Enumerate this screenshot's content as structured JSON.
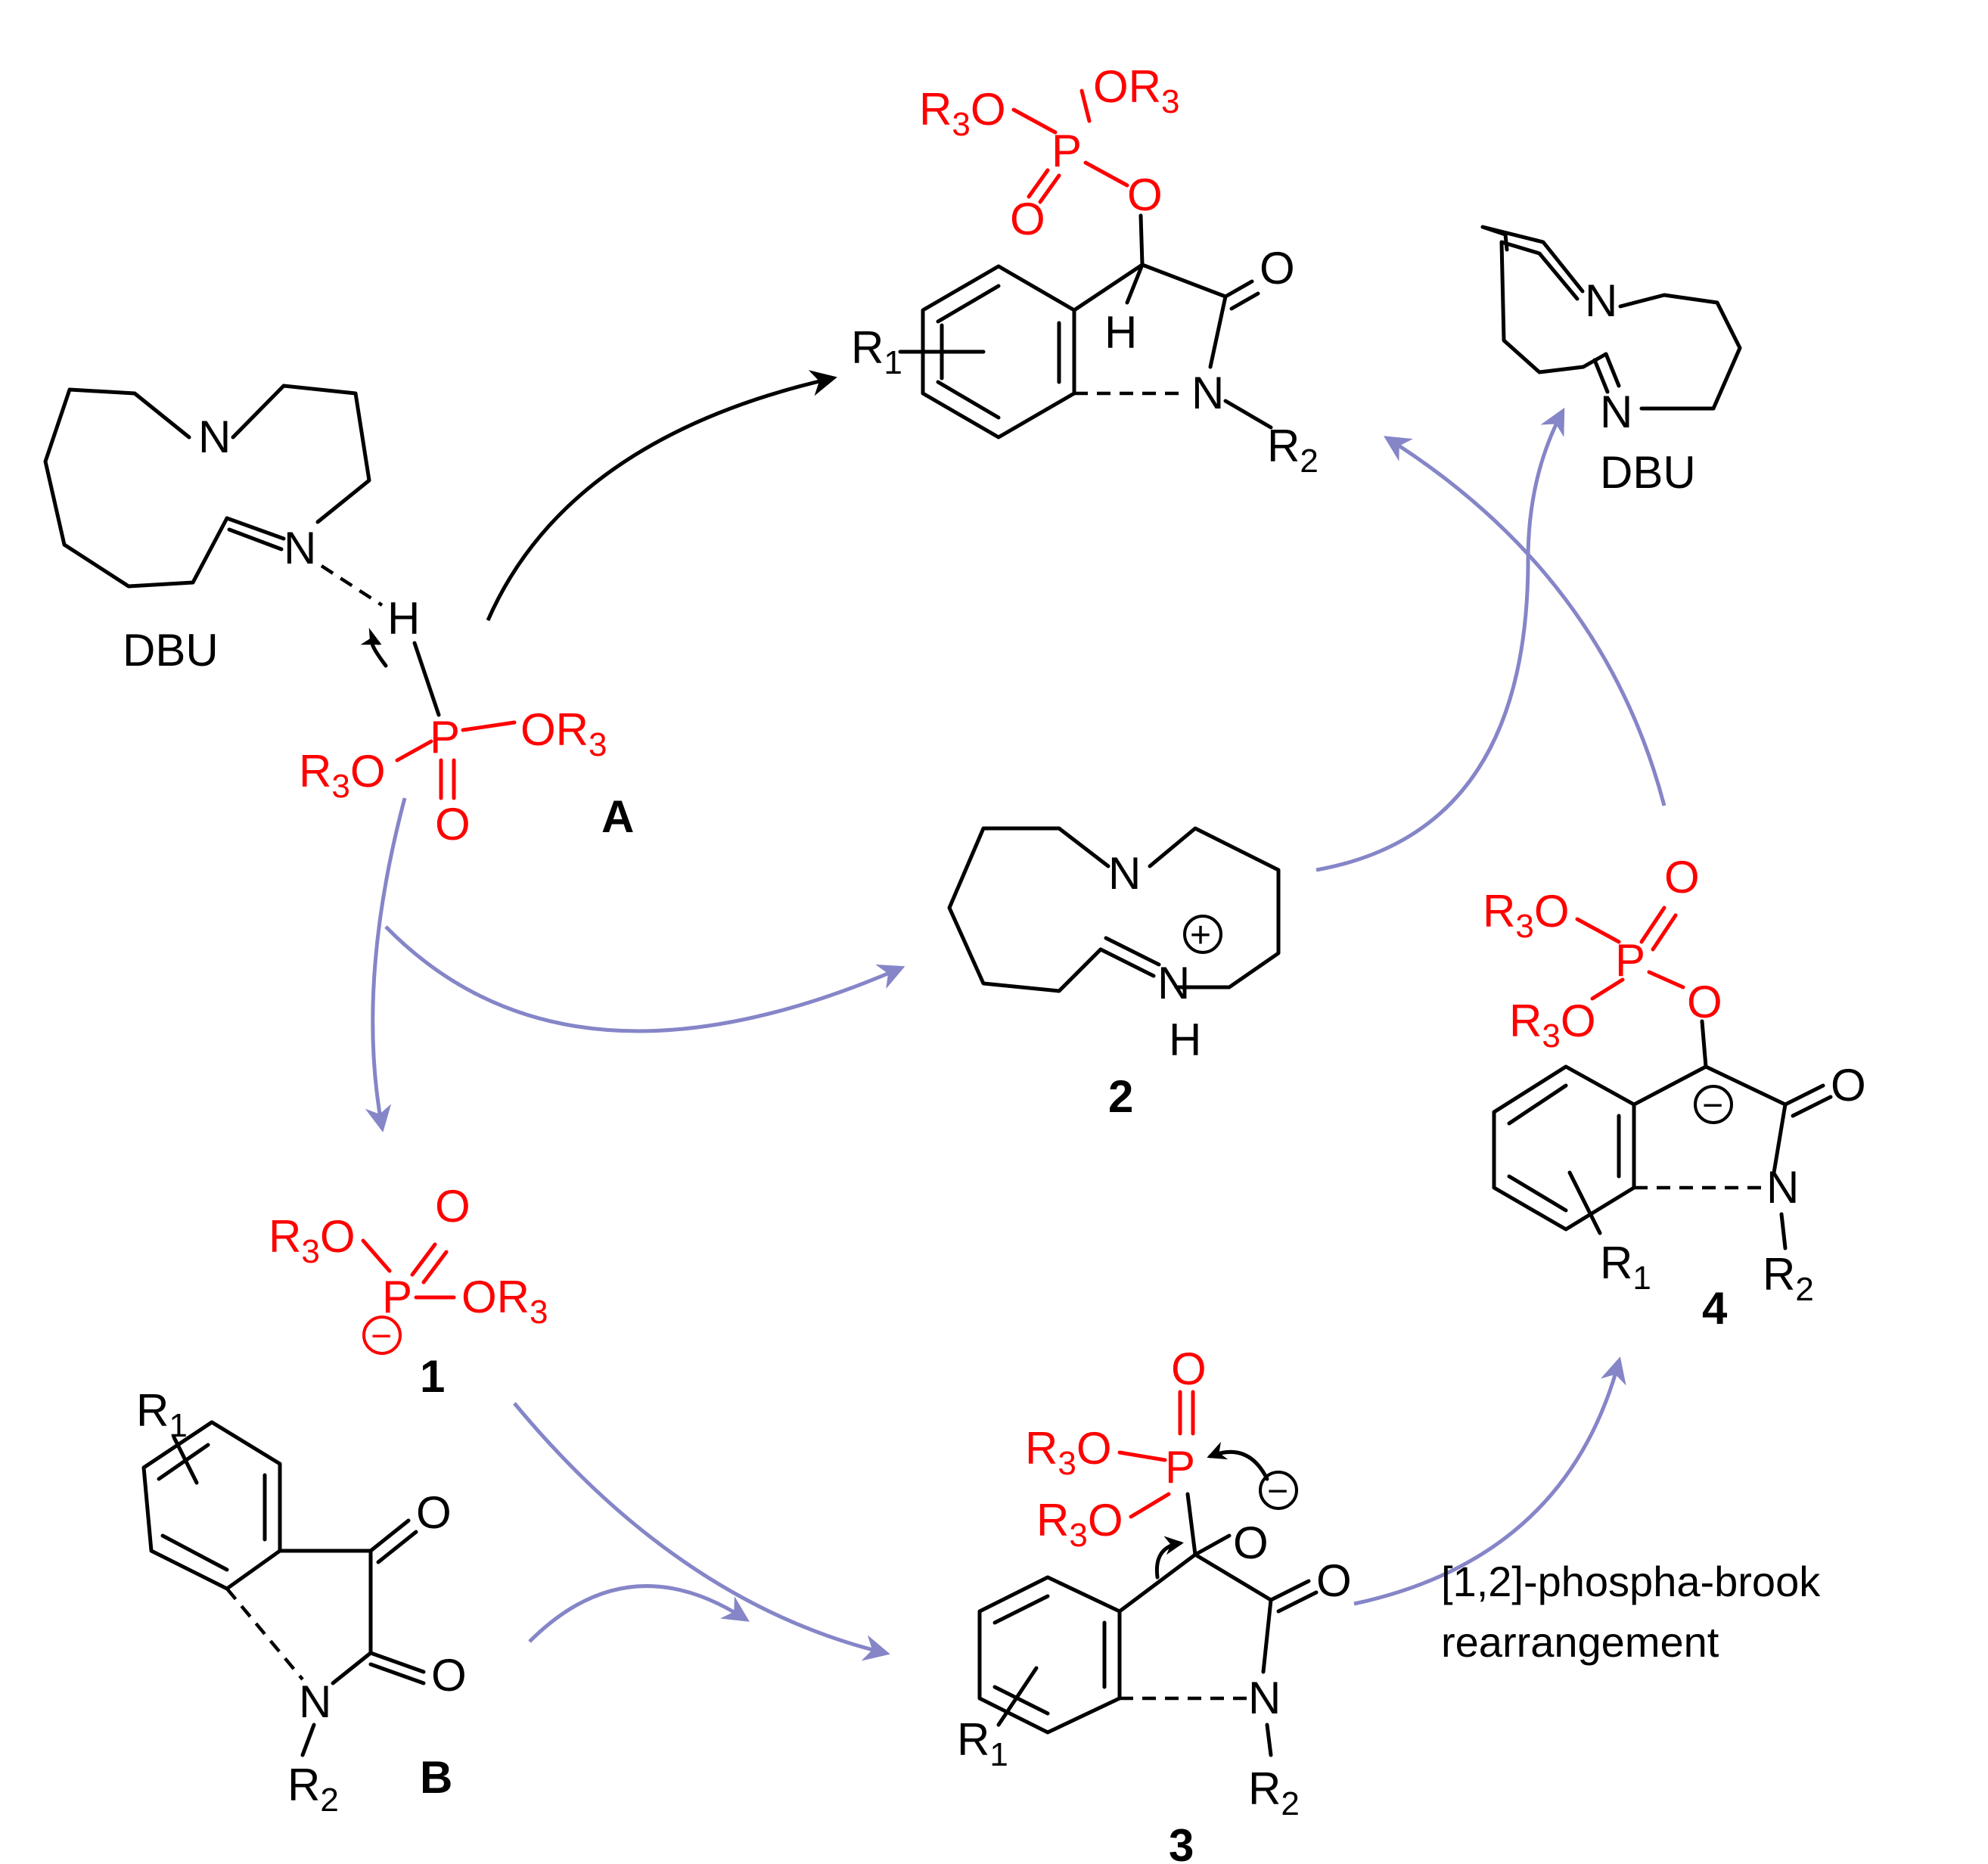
{
  "colors": {
    "reagent": "#ff0000",
    "cycle_arrow": "#8585c8",
    "main_arrow": "#000000",
    "bond": "#000000"
  },
  "labels": {
    "A": "A",
    "B": "B",
    "one": "1",
    "two": "2",
    "three": "3",
    "four": "4",
    "dbu_left": "DBU",
    "dbu_right": "DBU"
  },
  "atoms": {
    "N": "N",
    "H": "H",
    "O": "O",
    "P": "P",
    "R": "R",
    "sub1": "1",
    "sub2": "2",
    "sub3": "3",
    "plus": "+",
    "minus": "−"
  },
  "annotation": {
    "line1": "[1,2]-phospha-brook",
    "line2": "rearrangement"
  }
}
